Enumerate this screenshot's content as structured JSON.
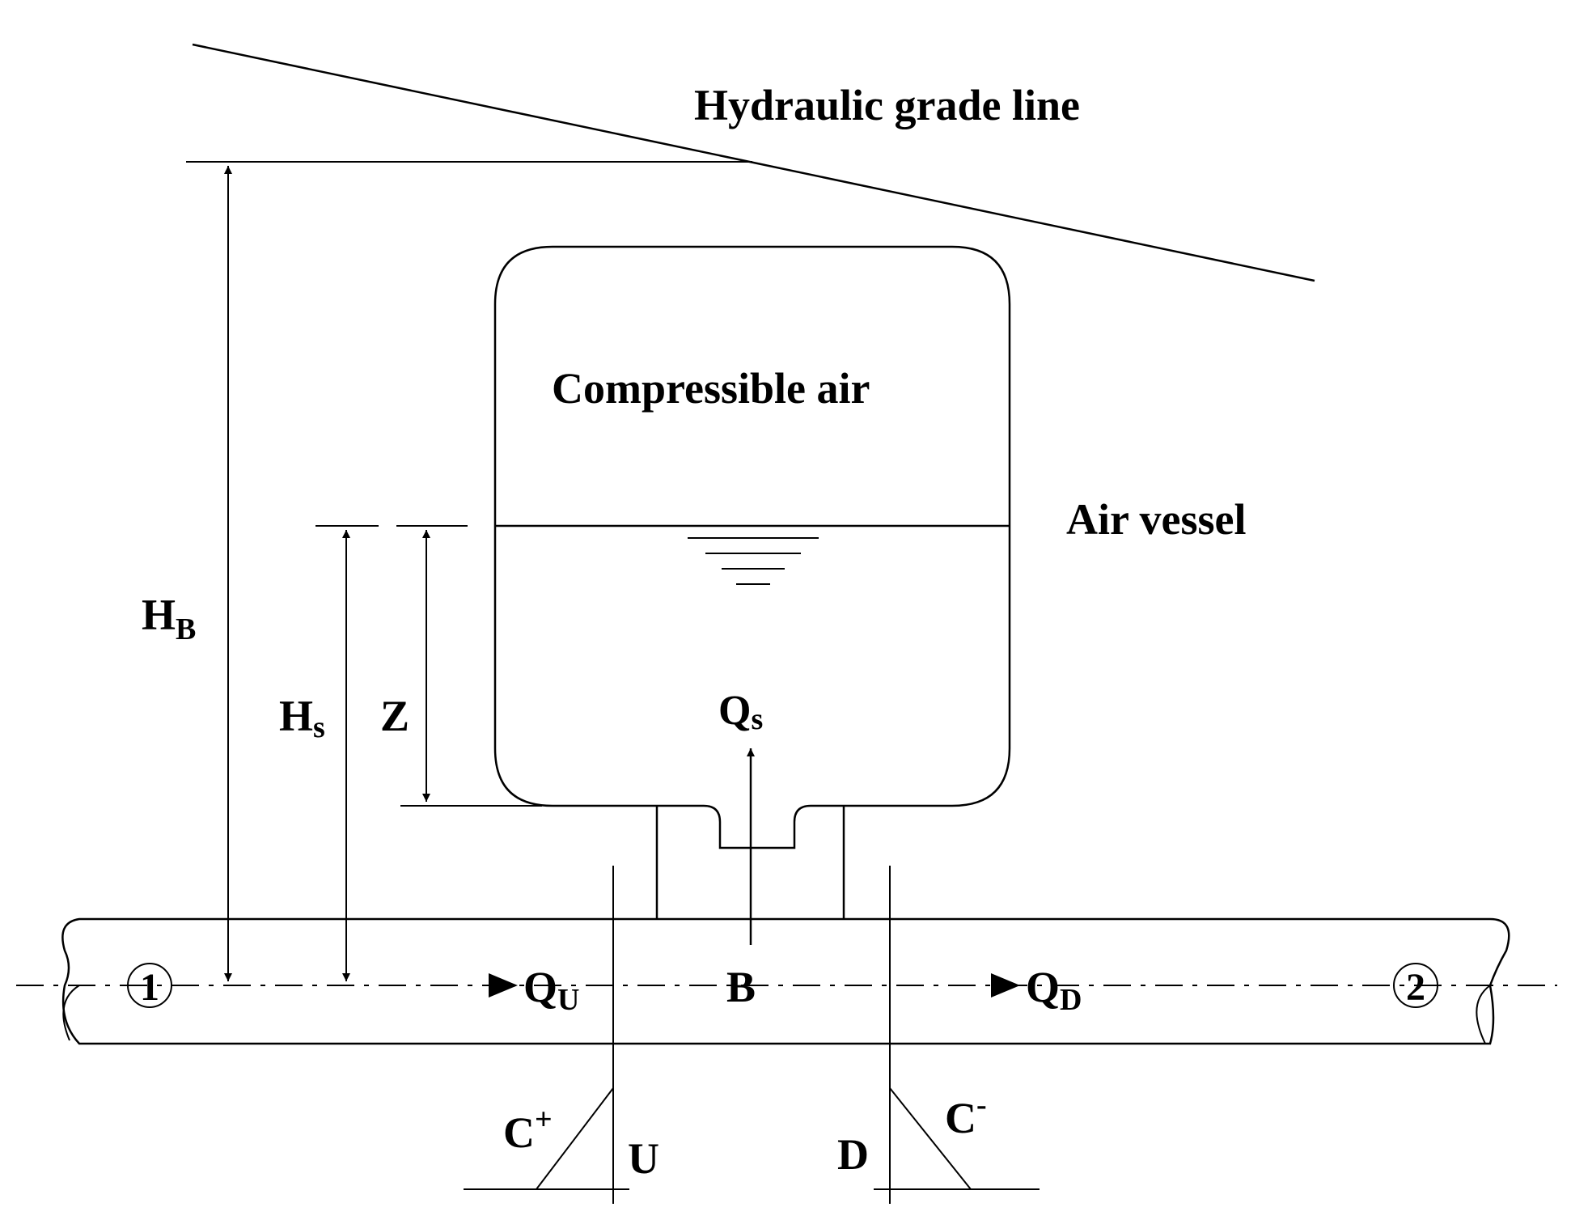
{
  "labels": {
    "hgl": "Hydraulic grade line",
    "air": "Compressible air",
    "vessel": "Air vessel",
    "hb_main": "H",
    "hb_sub": "B",
    "hs_main": "H",
    "hs_sub": "s",
    "z": "Z",
    "qs_main": "Q",
    "qs_sub": "s",
    "qu_main": "Q",
    "qu_sub": "U",
    "b": "B",
    "qd_main": "Q",
    "qd_sub": "D",
    "node1": "1",
    "node2": "2",
    "cplus_main": "C",
    "cplus_sup": "+",
    "u": "U",
    "d": "D",
    "cminus_main": "C",
    "cminus_sup": "-"
  }
}
